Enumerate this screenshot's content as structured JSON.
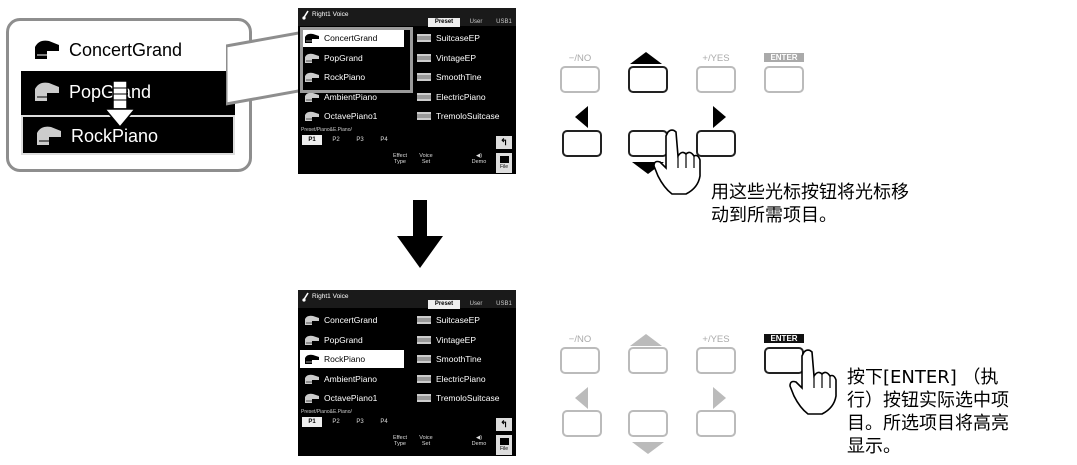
{
  "zoom": {
    "items": [
      "ConcertGrand",
      "PopGrand",
      "RockPiano"
    ]
  },
  "screen": {
    "title": "Right1 Voice",
    "tabs": [
      "Preset",
      "User",
      "USB1"
    ],
    "left_voices": [
      "ConcertGrand",
      "PopGrand",
      "RockPiano",
      "AmbientPiano",
      "OctavePiano1"
    ],
    "right_voices": [
      "SuitcaseEP",
      "VintageEP",
      "SmoothTine",
      "ElectricPiano",
      "TremoloSuitcase"
    ],
    "path": "Preset/Piano&E.Piano/",
    "pages": [
      "P1",
      "P2",
      "P3",
      "P4"
    ],
    "effect_type": [
      "Effect",
      "Type"
    ],
    "voice_set": [
      "Voice",
      "Set"
    ],
    "demo": "Demo",
    "file": "File"
  },
  "panel": {
    "no_label": "−/NO",
    "yes_label": "+/YES",
    "enter_label": "ENTER"
  },
  "notes": {
    "step1": [
      "用这些光标按钮将光标移",
      "动到所需项目。"
    ],
    "step2": [
      "按下[ENTER] （执",
      "行）按钮实际选中项",
      "目。所选项目将高亮",
      "显示。"
    ]
  }
}
